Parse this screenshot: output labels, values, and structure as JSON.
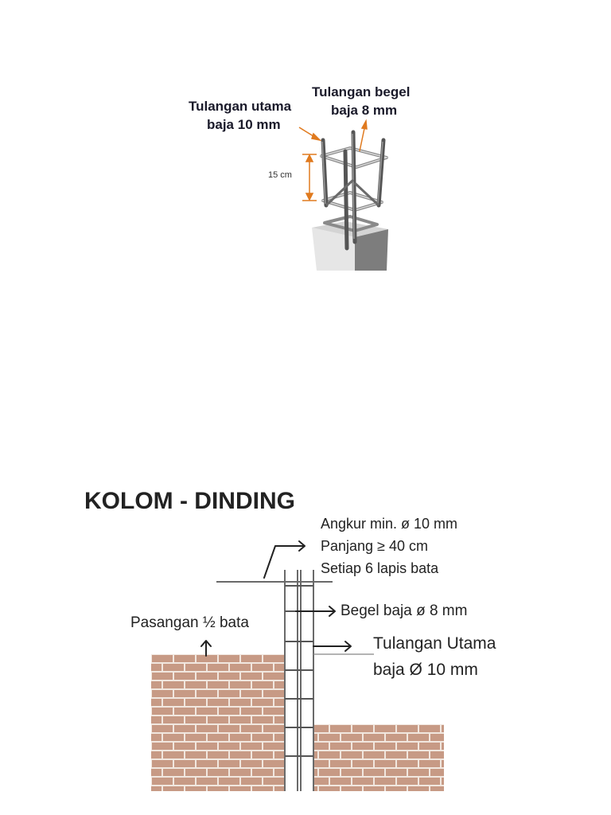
{
  "top_diagram": {
    "label_main_rebar_line1": "Tulangan utama",
    "label_main_rebar_line2": "baja 10 mm",
    "label_stirrup_line1": "Tulangan begel",
    "label_stirrup_line2": "baja 8 mm",
    "dimension_label": "15 cm",
    "accent_color": "#e07a1f"
  },
  "bottom_diagram": {
    "title": "KOLOM - DINDING",
    "anchor_line1": "Angkur min. ø 10 mm",
    "anchor_line2": "Panjang ≥ 40 cm",
    "anchor_line3": "Setiap 6 lapis bata",
    "stirrup_label": "Begel baja ø  8 mm",
    "wall_label": "Pasangan ½ bata",
    "main_rebar_line1": "Tulangan Utama",
    "main_rebar_line2": "baja  Ø  10 mm",
    "brick_color": "#c79a85",
    "mortar_color": "#f1e7df"
  }
}
